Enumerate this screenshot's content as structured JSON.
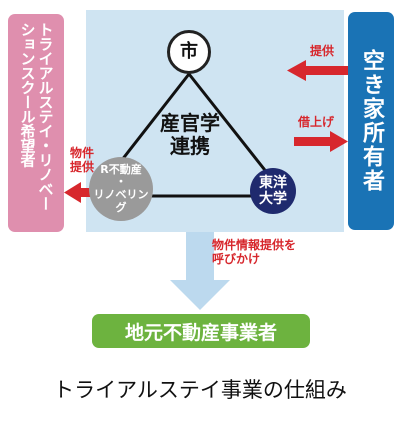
{
  "diagram": {
    "left_box": {
      "line1": "トライアルステイ・リノベー",
      "line2": "ションスクール希望者"
    },
    "right_box": {
      "label": "空き家所有者"
    },
    "city": {
      "label": "市"
    },
    "r_node": {
      "line1": "R不動産",
      "line2": "・",
      "line3": "リノベリング"
    },
    "toyo": {
      "line1": "東洋",
      "line2": "大学"
    },
    "center": {
      "line1": "産官学",
      "line2": "連携"
    },
    "arrows": {
      "provide": "提供",
      "rent": "借上げ",
      "property_provide_line1": "物件",
      "property_provide_line2": "提供",
      "info_line1": "物件情報提供を",
      "info_line2": "呼びかけ"
    },
    "local_agents": "地元不動産事業者",
    "caption": "トライアルステイ事業の仕組み",
    "colors": {
      "panel": "#cfe4f2",
      "pink": "#df8fae",
      "blue": "#1a73b5",
      "navy": "#1f2a6e",
      "gray": "#9a9a9a",
      "green": "#6db33f",
      "red": "#d7272d",
      "arrow_light": "#bcd9ee"
    }
  }
}
